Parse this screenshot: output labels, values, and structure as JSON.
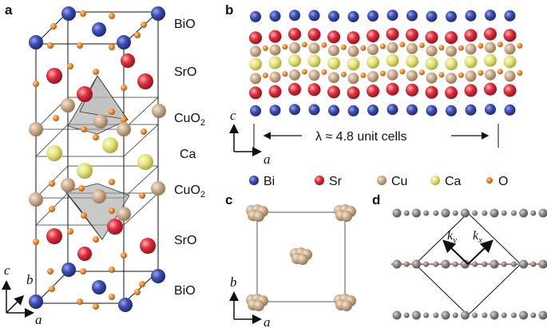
{
  "panels": {
    "a": "a",
    "b": "b",
    "c": "c",
    "d": "d"
  },
  "panel_a": {
    "layers": {
      "bio_top": "BiO",
      "sro_top": "SrO",
      "cuo2_top": "CuO",
      "cuo2_top_sub": "2",
      "ca": "Ca",
      "cuo2_bottom": "CuO",
      "cuo2_bottom_sub": "2",
      "sro_bottom": "SrO",
      "bio_bottom": "BiO"
    },
    "axes": {
      "c": "c",
      "b": "b",
      "a": "a"
    }
  },
  "panel_b": {
    "lambda_label": "λ ≈ 4.8 unit cells",
    "axes": {
      "c": "c",
      "a": "a"
    }
  },
  "legend": {
    "items": [
      {
        "label": "Bi",
        "color": "#3a4aa8"
      },
      {
        "label": "Sr",
        "color": "#d9283a"
      },
      {
        "label": "Cu",
        "color": "#c9ab8a"
      },
      {
        "label": "Ca",
        "color": "#e3e27a"
      },
      {
        "label": "O",
        "color": "#ee8a2a"
      }
    ]
  },
  "panel_c": {
    "axes": {
      "b": "b",
      "a": "a"
    }
  },
  "panel_d": {
    "k_y": "k",
    "k_y_sub": "y",
    "k_x": "k",
    "k_x_sub": "x",
    "red_line_color": "#e0392b"
  },
  "colors": {
    "bi": "#3a4aa8",
    "sr": "#d9283a",
    "cu": "#c9ab8a",
    "ca": "#e3e27a",
    "o": "#ee8a2a",
    "dot_gray": "#8a8a8a"
  }
}
